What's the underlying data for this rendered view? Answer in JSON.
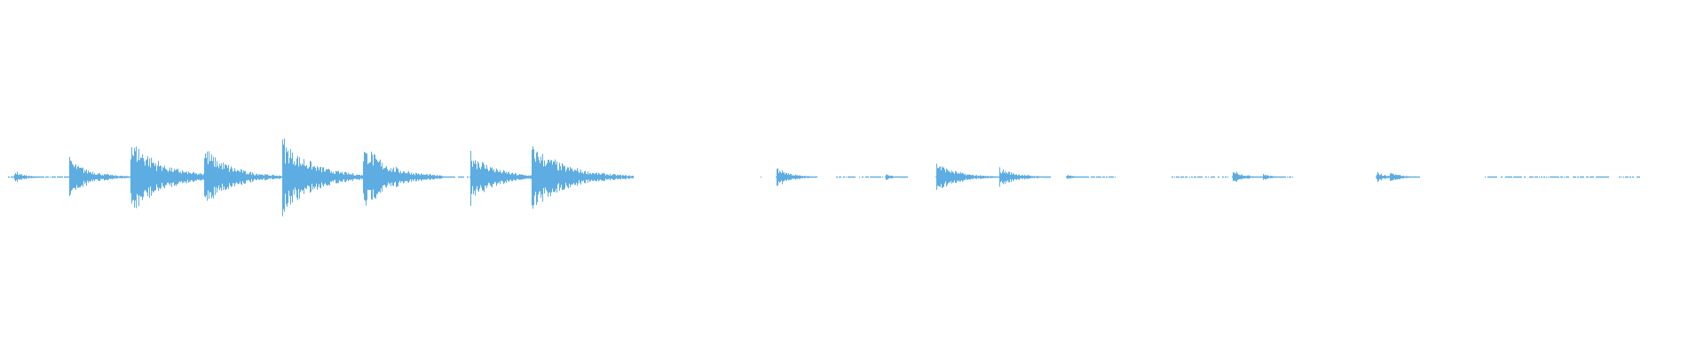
{
  "chart_data": {
    "type": "waveform",
    "color": "#5dade2",
    "amplitude_range": [
      -1,
      1
    ],
    "time_range_fraction": [
      0,
      1
    ],
    "bursts": [
      {
        "t": 0.004,
        "amp": 0.08,
        "decay": 0.006
      },
      {
        "t": 0.0375,
        "amp": 0.24,
        "decay": 0.012
      },
      {
        "t": 0.074,
        "amp": 0.5,
        "decay": 0.018
      },
      {
        "t": 0.1185,
        "amp": 0.38,
        "decay": 0.016
      },
      {
        "t": 0.1655,
        "amp": 0.5,
        "decay": 0.018
      },
      {
        "t": 0.1905,
        "amp": 0.1,
        "decay": 0.006
      },
      {
        "t": 0.2135,
        "amp": 0.42,
        "decay": 0.016
      },
      {
        "t": 0.2785,
        "amp": 0.34,
        "decay": 0.014
      },
      {
        "t": 0.315,
        "amp": 0.42,
        "decay": 0.02
      },
      {
        "t": 0.462,
        "amp": 0.13,
        "decay": 0.008
      },
      {
        "t": 0.5275,
        "amp": 0.04,
        "decay": 0.004
      },
      {
        "t": 0.558,
        "amp": 0.2,
        "decay": 0.012
      },
      {
        "t": 0.596,
        "amp": 0.13,
        "decay": 0.01
      },
      {
        "t": 0.6365,
        "amp": 0.03,
        "decay": 0.004
      },
      {
        "t": 0.736,
        "amp": 0.1,
        "decay": 0.006
      },
      {
        "t": 0.754,
        "amp": 0.05,
        "decay": 0.004
      },
      {
        "t": 0.8225,
        "amp": 0.07,
        "decay": 0.006
      },
      {
        "t": 0.8305,
        "amp": 0.07,
        "decay": 0.006
      }
    ],
    "quiet_segments": [
      {
        "from": 0.0,
        "to": 0.295
      },
      {
        "from": 0.295,
        "to": 0.361
      },
      {
        "from": 0.4525,
        "to": 0.4525
      },
      {
        "from": 0.5255,
        "to": 0.4975
      },
      {
        "from": 0.651,
        "to": 0.665
      },
      {
        "from": 0.6995,
        "to": 0.733
      },
      {
        "from": 0.754,
        "to": 0.772
      },
      {
        "from": 0.887,
        "to": 0.962
      },
      {
        "from": 0.968,
        "to": 0.9805
      }
    ]
  }
}
